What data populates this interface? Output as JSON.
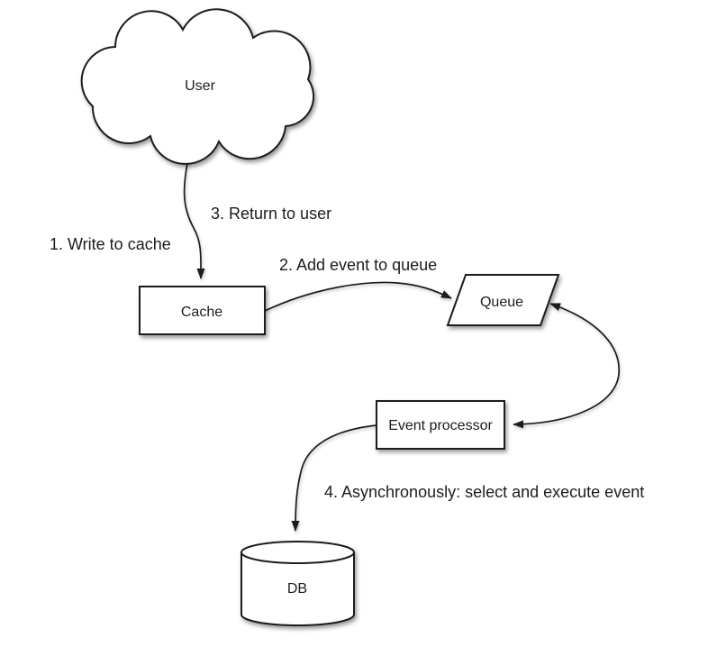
{
  "diagram": {
    "type": "flow-diagram",
    "background_color": "#ffffff",
    "stroke_color": "#1c1c1c",
    "text_color": "#1c1c1c",
    "nodes": [
      {
        "id": "user",
        "label": "User",
        "shape": "cloud"
      },
      {
        "id": "cache",
        "label": "Cache",
        "shape": "rectangle"
      },
      {
        "id": "queue",
        "label": "Queue",
        "shape": "parallelogram"
      },
      {
        "id": "event_processor",
        "label": "Event processor",
        "shape": "rectangle"
      },
      {
        "id": "db",
        "label": "DB",
        "shape": "cylinder"
      }
    ],
    "steps": [
      {
        "text": "1. Write to cache"
      },
      {
        "text": "2. Add event to queue"
      },
      {
        "text": "3. Return to user"
      },
      {
        "text": "4. Asynchronously: select and execute event"
      }
    ],
    "edges": [
      {
        "from": "user",
        "to": "cache",
        "arrow": "end"
      },
      {
        "from": "cache",
        "to": "queue",
        "arrow": "end"
      },
      {
        "from": "queue",
        "to": "event_processor",
        "arrow": "both"
      },
      {
        "from": "event_processor",
        "to": "db",
        "arrow": "end"
      }
    ]
  }
}
